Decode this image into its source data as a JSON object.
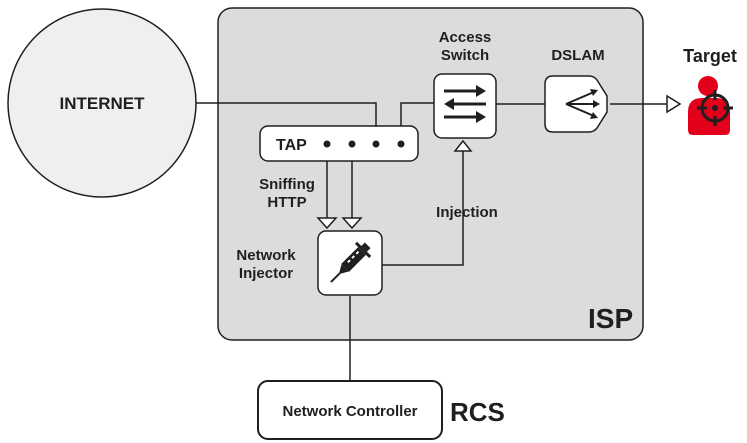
{
  "labels": {
    "internet": "INTERNET",
    "isp": "ISP",
    "tap": "TAP",
    "sniffing_line1": "Sniffing",
    "sniffing_line2": "HTTP",
    "injection": "Injection",
    "network_injector_line1": "Network",
    "network_injector_line2": "Injector",
    "access_switch_line1": "Access",
    "access_switch_line2": "Switch",
    "dslam": "DSLAM",
    "target": "Target",
    "network_controller": "Network Controller",
    "rcs": "RCS"
  },
  "colors": {
    "isp_fill": "#dcdcdc",
    "internet_fill": "#efefef",
    "stroke": "#1f1f1f",
    "target_red": "#e3001b"
  },
  "icons": {
    "access_switch": "bidirectional-arrows-icon",
    "dslam": "fan-out-arrows-icon",
    "network_injector": "syringe-icon",
    "target": "crosshair-person-icon"
  }
}
